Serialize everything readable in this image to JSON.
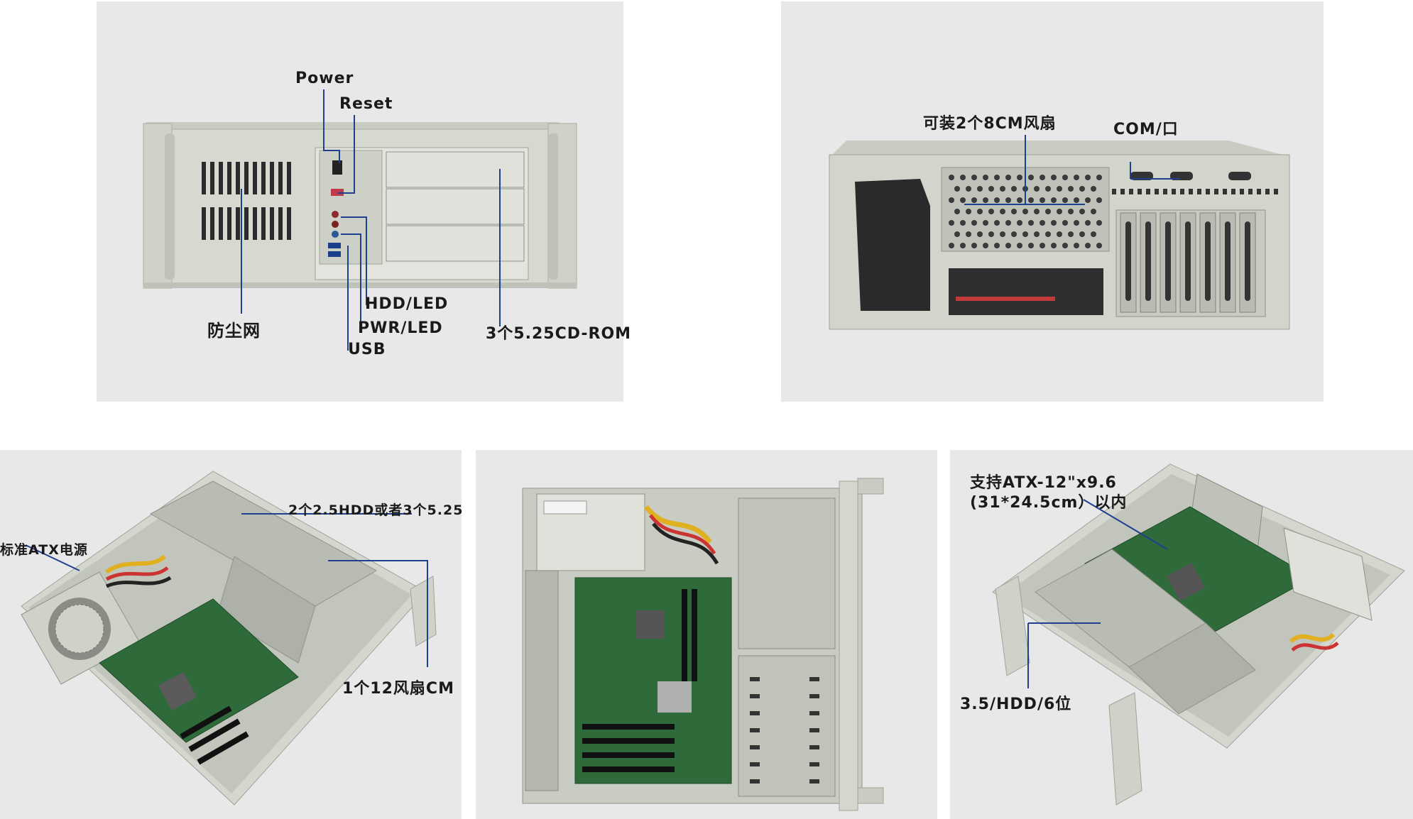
{
  "panels": {
    "front": {
      "power": "Power",
      "reset": "Reset",
      "hdd_led": "HDD/LED",
      "pwr_led": "PWR/LED",
      "usb": "USB",
      "dust_filter": "防尘网",
      "cdrom": "3个5.25CD-ROM"
    },
    "rear": {
      "fans": "可装2个8CM风扇",
      "com": "COM/口"
    },
    "left_inside": {
      "hdd_bay": "2个2.5HDD或者3个5.25",
      "atx_psu": "标准ATX电源",
      "fan_12cm": "1个12风扇CM"
    },
    "top_view": {},
    "right_inside": {
      "support_line1": "支持ATX-12\"x9.6",
      "support_line2": "(31*24.5cm）以内",
      "hdd_slots": "3.5/HDD/6位"
    }
  },
  "colors": {
    "panel_bg": "#e8e8e8",
    "chassis": "#d6d9d0",
    "pointer": "#1f3f8f",
    "pcb": "#2f6b3a"
  }
}
